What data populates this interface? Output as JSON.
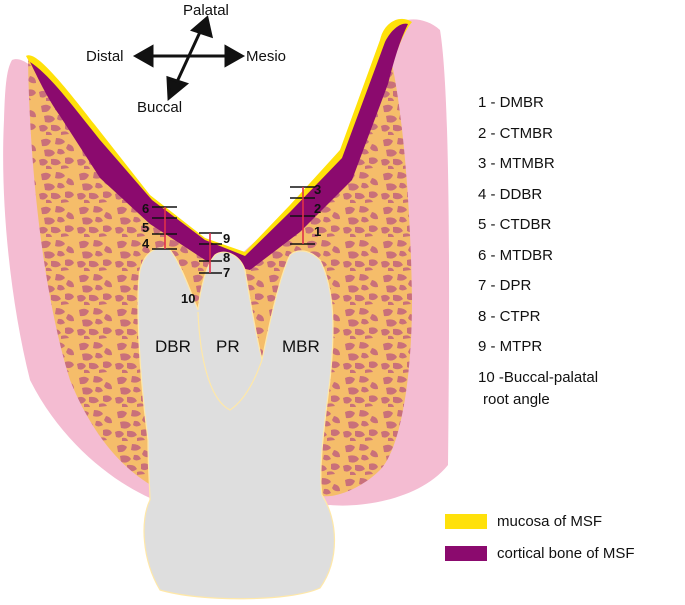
{
  "colors": {
    "mucosa": "#ffe10a",
    "cortical_bone": "#8b0a6e",
    "soft_tissue": "#f4bcd2",
    "cancellous_bone": "#f5bd6a",
    "trabecular_spots": "#c9707a",
    "tooth": "#dedede",
    "measure_line": "#e0304a"
  },
  "directions": {
    "up": "Palatal",
    "down": "Buccal",
    "left": "Distal",
    "right": "Mesio"
  },
  "roots": {
    "distobuccal": "DBR",
    "palatal": "PR",
    "mesiobuccal": "MBR"
  },
  "markers": {
    "m1": "1",
    "m2": "2",
    "m3": "3",
    "m4": "4",
    "m5": "5",
    "m6": "6",
    "m7": "7",
    "m8": "8",
    "m9": "9",
    "m10": "10"
  },
  "legend": {
    "items": [
      "1 - DMBR",
      "2 - CTMBR",
      "3 - MTMBR",
      "4 - DDBR",
      "5 - CTDBR",
      "6 - MTDBR",
      "7 - DPR",
      "8 - CTPR",
      "9 - MTPR",
      "10 -Buccal-palatal"
    ],
    "item10_line2": "root angle"
  },
  "swatch_legend": {
    "mucosa": "mucosa of MSF",
    "cortical": "cortical bone of MSF"
  }
}
